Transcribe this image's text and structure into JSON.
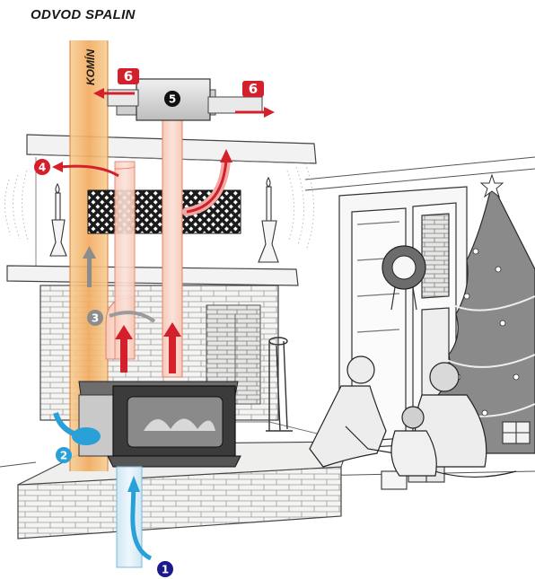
{
  "title": "ODVOD SPALIN",
  "chimney_label": "KOMÍN",
  "markers": {
    "m1": "1",
    "m2": "2",
    "m3": "3",
    "m4": "4",
    "m5": "5",
    "m6_left": "6",
    "m6_right": "6"
  },
  "colors": {
    "heat_red": "#d3202b",
    "cold_blue": "#2aa0d8",
    "chimney_orange": "#f4b46a",
    "pipe_pink": "#f3a38a",
    "grey_arrow": "#8c8c8c"
  }
}
